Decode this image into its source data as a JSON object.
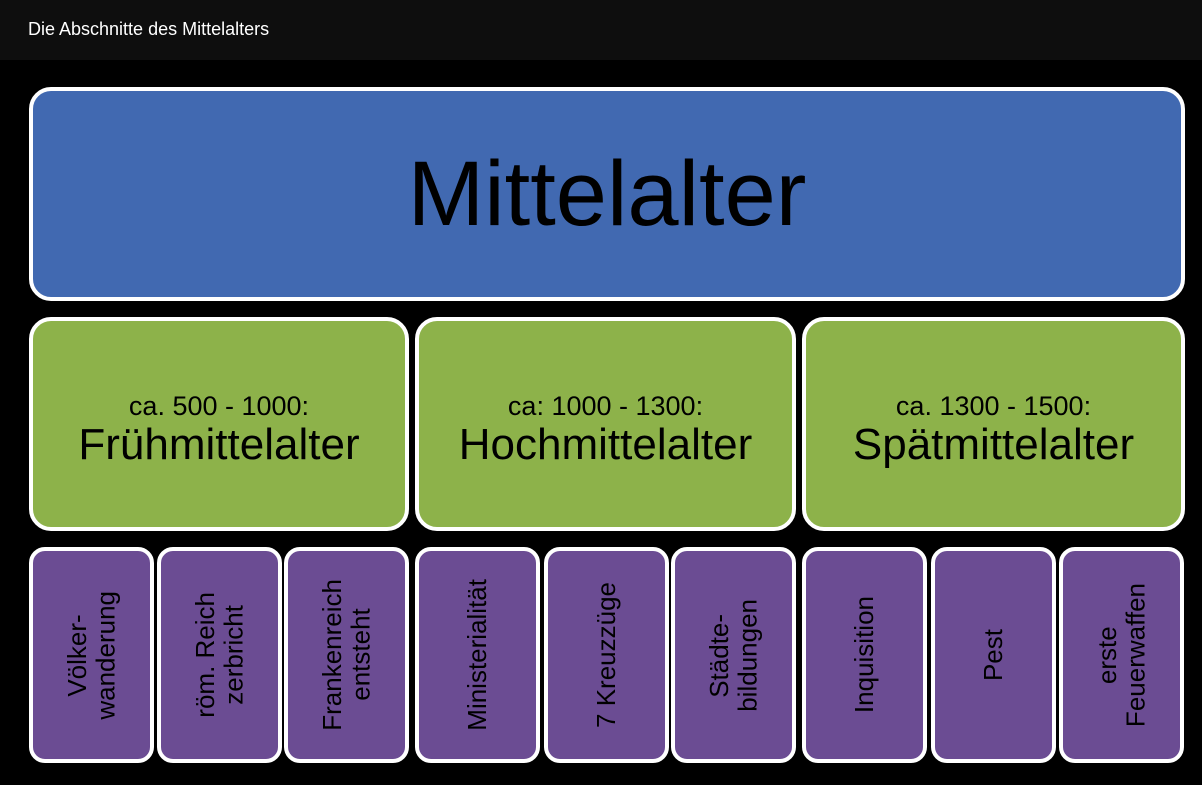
{
  "header": {
    "title": "Die Abschnitte des Mittelalters"
  },
  "main": {
    "label": "Mittelalter"
  },
  "periods": [
    {
      "dates": "ca. 500 - 1000:",
      "name": "Frühmittelalter"
    },
    {
      "dates": "ca: 1000 - 1300:",
      "name": "Hochmittelalter"
    },
    {
      "dates": "ca. 1300 - 1500:",
      "name": "Spätmittelalter"
    }
  ],
  "events": [
    "Völker-\nwanderung",
    "röm. Reich\nzerbricht",
    "Frankenreich\nentsteht",
    "Ministerialität",
    "7 Kreuzzüge",
    "Städte-\nbildungen",
    "Inquisition",
    "Pest",
    "erste\nFeuerwaffen"
  ],
  "colors": {
    "blue": "#4169b1",
    "green": "#8db24a",
    "purple": "#6b4c93"
  }
}
